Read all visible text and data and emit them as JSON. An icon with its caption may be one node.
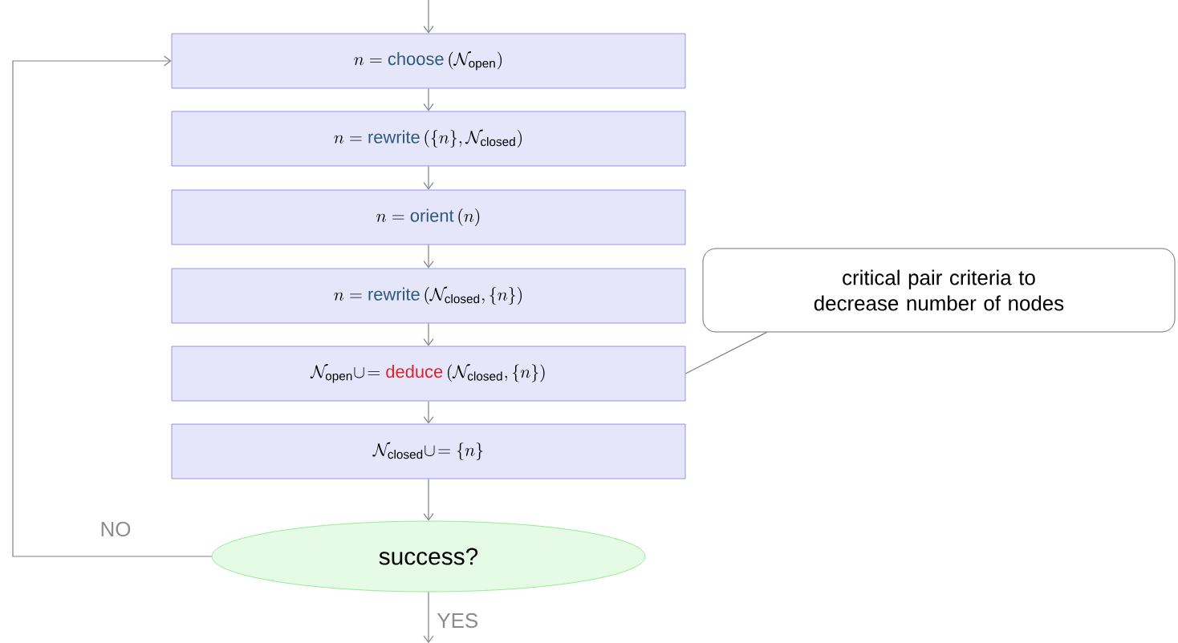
{
  "diagram": {
    "nodes": [
      {
        "text": [
          "n = {\\color[HTML]{2E5A7A}\\mathsf{choose}}\\left(\\mathcal{N}_{\\mathsf{open}}\\right)"
        ]
      },
      {
        "text": [
          "n = {\\color[HTML]{2E5A7A}\\mathsf{rewrite}}\\left(\\{n\\}, \\mathcal{N}_{\\mathsf{closed}}\\right)"
        ]
      },
      {
        "text": [
          "n = {\\color[HTML]{2E5A7A}\\mathsf{orient}}\\left(n\\right)"
        ]
      },
      {
        "text": [
          "n = {\\color[HTML]{2E5A7A}\\mathsf{rewrite}}\\left(\\mathcal{N}_{\\mathsf{closed}}, \\{n\\}\\right)"
        ]
      },
      {
        "text": [
          "\\mathcal{N}_{\\mathsf{open}} \\cup\\!= {\\color[HTML]{E0202A}\\mathsf{deduce}}\\left(\\mathcal{N}_{\\mathsf{closed}}, \\{n\\}\\right)"
        ]
      },
      {
        "text": [
          "\\mathcal{N}_{\\mathsf{closed}} \\cup\\!= \\{n\\}"
        ]
      },
      {
        "text": [
          "success?"
        ]
      },
      {
        "text": [
          "critical pair criteria to decrease number of nodes"
        ]
      }
    ],
    "edges": [
      {
        "from": null,
        "to": 0,
        "arrow": "to"
      },
      {
        "from": 0,
        "to": 1,
        "arrow": "to"
      },
      {
        "from": 1,
        "to": 2,
        "arrow": "to"
      },
      {
        "from": 2,
        "to": 3,
        "arrow": "to"
      },
      {
        "from": 3,
        "to": 4,
        "arrow": "to"
      },
      {
        "from": 4,
        "to": 5,
        "arrow": "to"
      },
      {
        "from": 5,
        "to": 6,
        "arrow": "to"
      },
      {
        "from": 6,
        "to": 0,
        "arrow": "to",
        "label": "NO"
      },
      {
        "from": 6,
        "to": null,
        "arrow": "to",
        "label": "YES"
      },
      {
        "from": 7,
        "to": 4,
        "arrow": "none"
      }
    ]
  }
}
